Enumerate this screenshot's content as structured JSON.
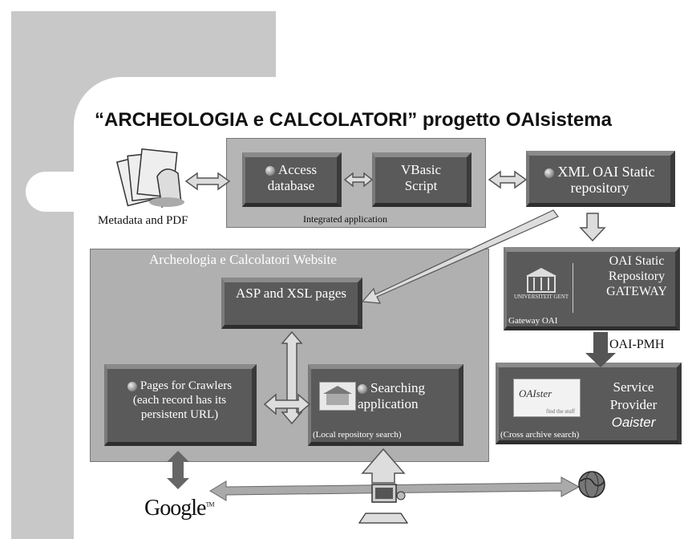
{
  "title": "“ARCHEOLOGIA e CALCOLATORI” progetto OAIsistema",
  "metadata_label": "Metadata and PDF",
  "integrated_app": {
    "label": "Integrated application",
    "access_db": "Access database",
    "vbasic": "VBasic Script"
  },
  "xml_repo": "XML OAI Static repository",
  "website": {
    "label": "Archeologia e Calcolatori Website",
    "asp_xsl": "ASP and  XSL pages",
    "crawlers": "Pages for Crawlers (each record has its persistent URL)",
    "searching": "Searching application",
    "searching_sub": "(Local repository search)"
  },
  "gateway": {
    "title": "OAI Static Repository GATEWAY",
    "logo_text": "UNIVERSITEIT GENT",
    "sub": "Gateway OAI"
  },
  "oai_pmh": "OAI-PMH",
  "provider": {
    "title_line1": "Service Provider",
    "title_line2": "Oaister",
    "sub": "(Cross archive search)",
    "logo_text": "OAIster",
    "logo_sub": "find the stuff"
  },
  "google": "Google",
  "google_tm": "TM"
}
